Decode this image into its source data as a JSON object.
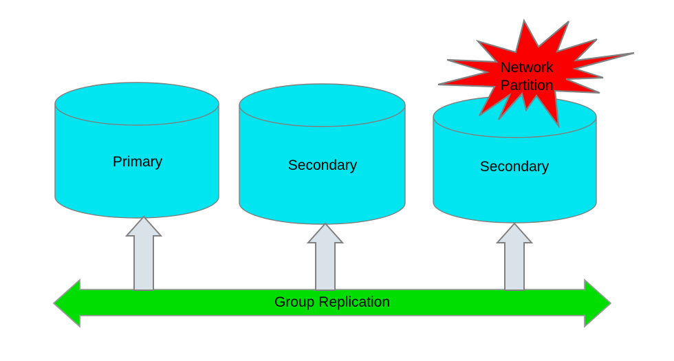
{
  "diagram": {
    "nodes": [
      {
        "id": "primary",
        "type": "database-cylinder",
        "label": "Primary"
      },
      {
        "id": "secondary-1",
        "type": "database-cylinder",
        "label": "Secondary"
      },
      {
        "id": "secondary-2",
        "type": "database-cylinder",
        "label": "Secondary"
      }
    ],
    "bus": {
      "type": "double-headed-arrow",
      "label": "Group Replication"
    },
    "event": {
      "type": "starburst",
      "label": "Network Partition",
      "attached_to": "secondary-2"
    },
    "connectors": [
      {
        "from": "bus",
        "to": "primary",
        "type": "up-arrow"
      },
      {
        "from": "bus",
        "to": "secondary-1",
        "type": "up-arrow"
      },
      {
        "from": "bus",
        "to": "secondary-2",
        "type": "up-arrow"
      }
    ],
    "colors": {
      "cylinder_fill": "#00E5F0",
      "cylinder_stroke": "#7f7f7f",
      "connector_fill": "#D9E2E8",
      "bus_fill": "#00DD00",
      "burst_fill": "#FA0000",
      "text": "#000000",
      "background": "#ffffff"
    }
  }
}
